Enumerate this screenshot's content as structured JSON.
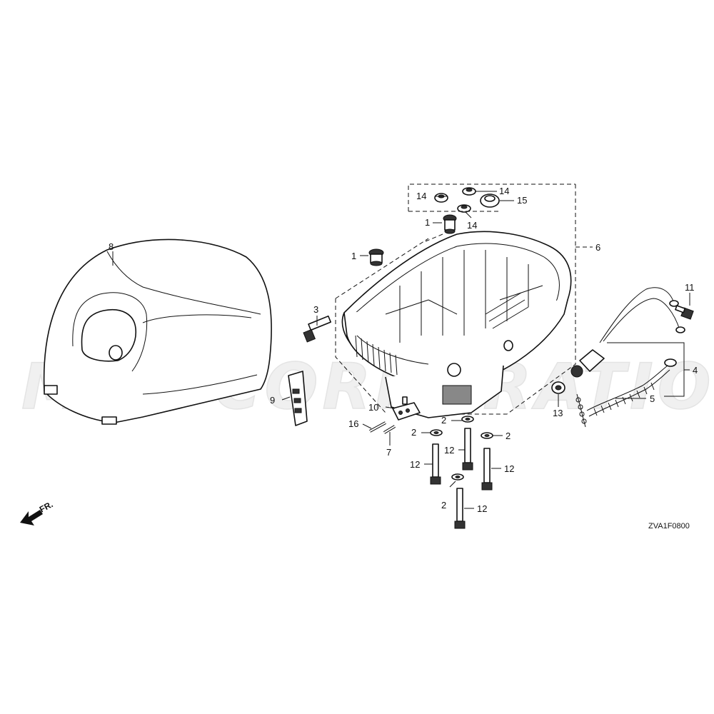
{
  "watermark": "MSP CORPORATION",
  "diagram_code": "ZVA1F0800",
  "front_marker": "FR.",
  "labels": {
    "p8": "8",
    "p9": "9",
    "p3": "3",
    "p1a": "1",
    "p1b": "1",
    "p14a": "14",
    "p14b": "14",
    "p14c": "14",
    "p15": "15",
    "p6": "6",
    "p11": "11",
    "p4": "4",
    "p5": "5",
    "p13": "13",
    "p10": "10",
    "p16": "16",
    "p7": "7",
    "p2a": "2",
    "p2b": "2",
    "p2c": "2",
    "p2d": "2",
    "p12a": "12",
    "p12b": "12",
    "p12c": "12",
    "p12d": "12"
  }
}
